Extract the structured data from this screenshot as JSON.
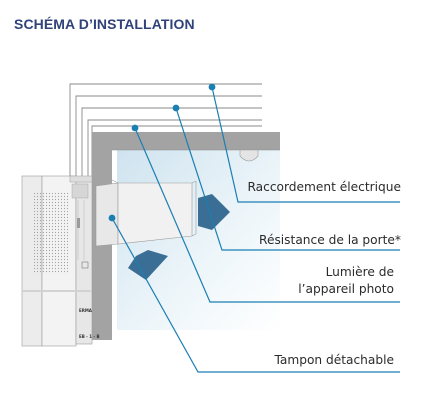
{
  "title": "SCHÉMA D’INSTALLATION",
  "device_label_top": "ERMA",
  "device_label_bottom": "EB - 1 - B",
  "callouts": [
    {
      "text": "Raccordement électrique"
    },
    {
      "text": "Résistance de la porte*"
    },
    {
      "text": "Lumière de"
    },
    {
      "text": "l’appareil photo"
    },
    {
      "text": "Tampon détachable"
    }
  ],
  "colors": {
    "title": "#2f4279",
    "leader": "#1b7fb2",
    "airflow_arrow": "#3a6e94",
    "wall": "#a3a3a3",
    "inner_surface": "#dcebf3",
    "device": "#eeeeee"
  }
}
